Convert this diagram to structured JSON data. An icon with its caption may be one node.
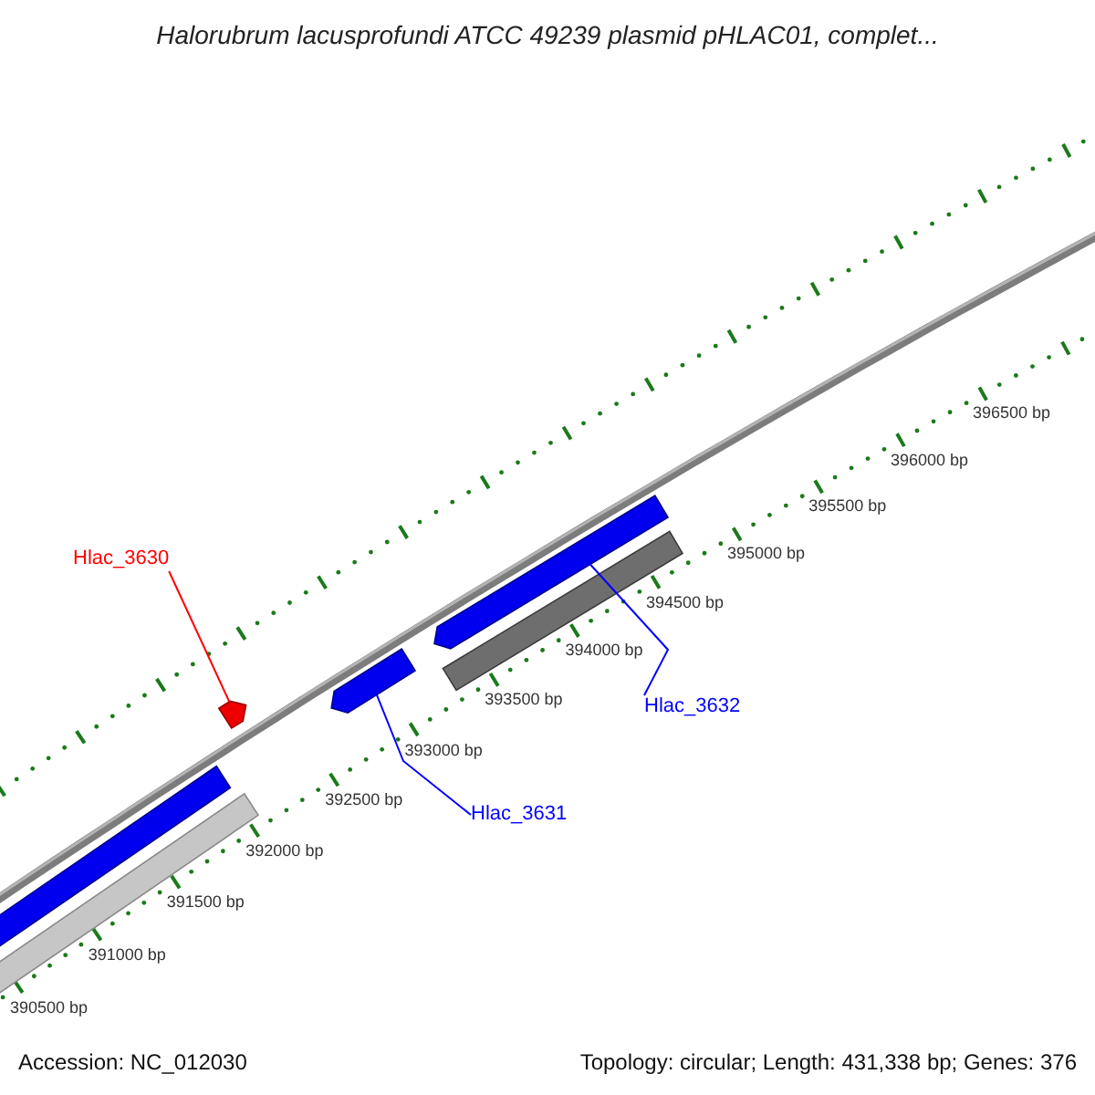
{
  "diagram": {
    "title": "Halorubrum lacusprofundi ATCC 49239 plasmid pHLAC01, complet...",
    "nodes": [
      {
        "text": [
          "Hlac_3630"
        ]
      },
      {
        "text": [],
        "shape": "arrow"
      },
      {
        "text": [
          "Hlac_3631"
        ]
      },
      {
        "text": [],
        "shape": "arrow"
      },
      {
        "text": [
          "Hlac_3632"
        ]
      },
      {
        "text": [],
        "shape": "arrow"
      }
    ],
    "edges": [
      {
        "from": 0,
        "to": 1,
        "arrow": "none",
        "color": "#ff0000"
      },
      {
        "from": 2,
        "to": 3,
        "arrow": "none"
      },
      {
        "from": 4,
        "to": 5,
        "arrow": "none"
      }
    ],
    "labels": [
      "396500 bp",
      "396000 bp",
      "395500 bp",
      "395000 bp",
      "394500 bp",
      "394000 bp",
      "393500 bp",
      "393000 bp",
      "392500 bp",
      "392000 bp",
      "391500 bp",
      "391000 bp",
      "390500 bp",
      "Accession: NC_012030",
      "Topology: circular; Length: 431,338 bp; Genes: 376"
    ]
  }
}
